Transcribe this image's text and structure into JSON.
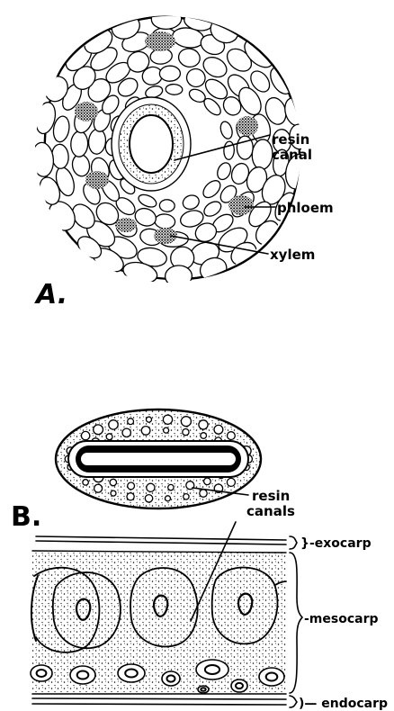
{
  "panel_a": {
    "letter": "A.",
    "labels": {
      "resin_canal_line1": "resin",
      "resin_canal_line2": "canal",
      "phloem": "phloem",
      "xylem": "xylem"
    }
  },
  "panel_b": {
    "letter": "B.",
    "labels": {
      "resin_canals_line1": "resin",
      "resin_canals_line2": "canals",
      "exocarp": "}-exocarp",
      "mesocarp": "-mesocarp",
      "endocarp": ")— endocarp"
    }
  }
}
